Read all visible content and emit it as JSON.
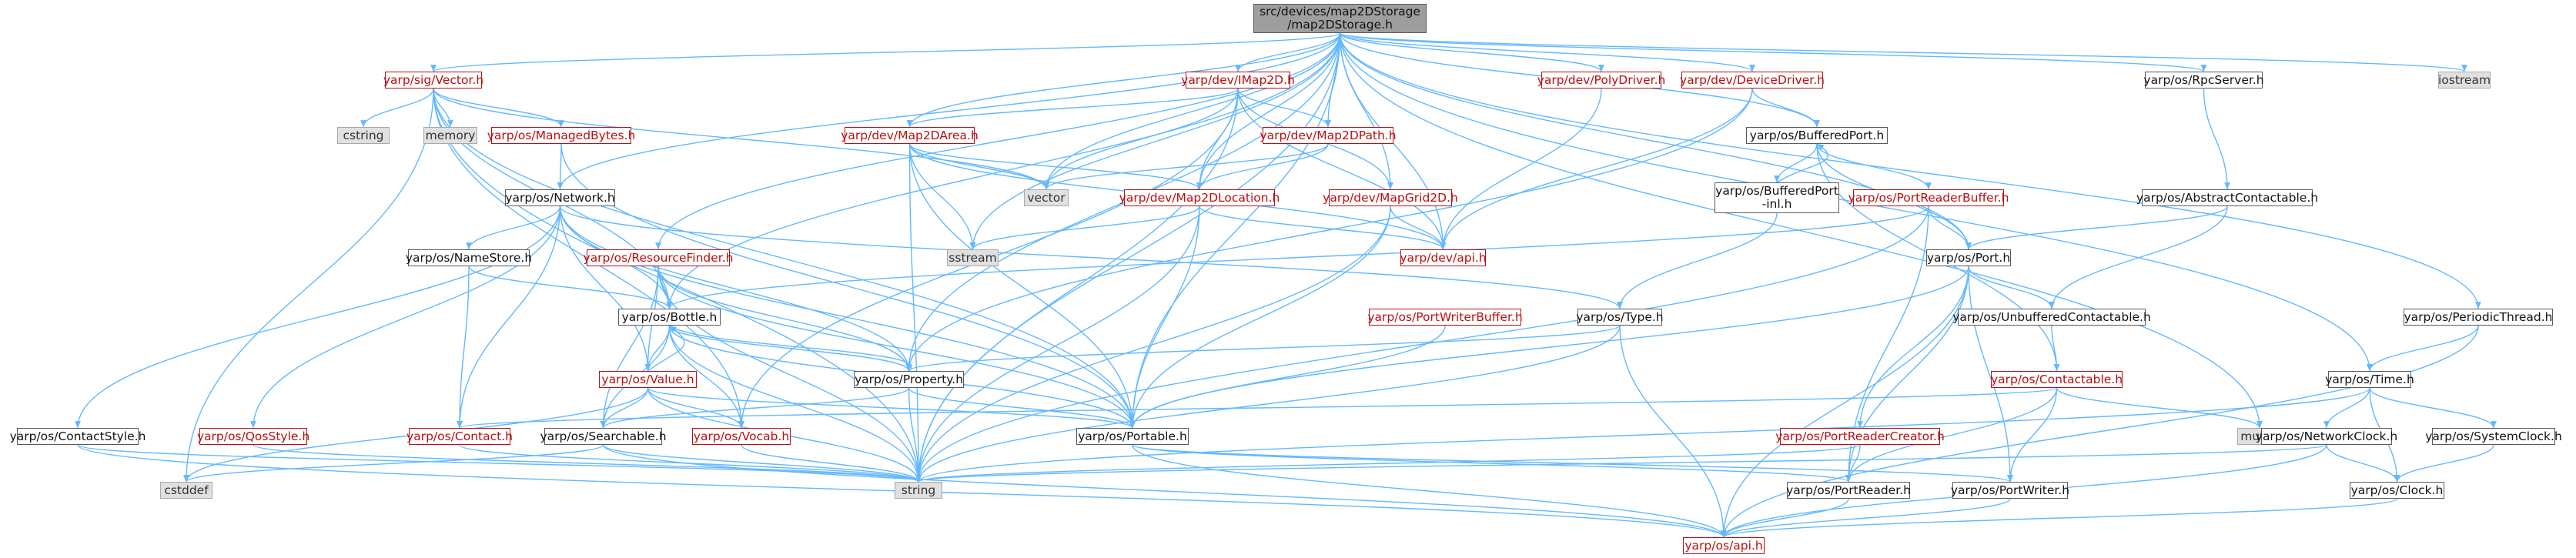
{
  "diagram": {
    "colors": {
      "edge": "#63b8ff",
      "root_fill": "#9e9e9e",
      "external_fill": "#e0e0e0",
      "incomplete_text": "#b80f0f",
      "normal_text": "#111111"
    },
    "nodes": {
      "root": {
        "line1": "src/devices/map2DStorage",
        "line2": "/map2DStorage.h",
        "kind": "root"
      },
      "sig_vector": {
        "line1": "yarp/sig/Vector.h",
        "kind": "red"
      },
      "dev_imap2d": {
        "line1": "yarp/dev/IMap2D.h",
        "kind": "red"
      },
      "dev_polydriver": {
        "line1": "yarp/dev/PolyDriver.h",
        "kind": "red"
      },
      "dev_devicedriver": {
        "line1": "yarp/dev/DeviceDriver.h",
        "kind": "red"
      },
      "os_rpcserver": {
        "line1": "yarp/os/RpcServer.h",
        "kind": "normal"
      },
      "iostream": {
        "line1": "iostream",
        "kind": "grey"
      },
      "cstring": {
        "line1": "cstring",
        "kind": "grey"
      },
      "memory": {
        "line1": "memory",
        "kind": "grey"
      },
      "os_managedbytes": {
        "line1": "yarp/os/ManagedBytes.h",
        "kind": "red"
      },
      "dev_map2darea": {
        "line1": "yarp/dev/Map2DArea.h",
        "kind": "red"
      },
      "dev_map2dpath": {
        "line1": "yarp/dev/Map2DPath.h",
        "kind": "red"
      },
      "os_bufferedport": {
        "line1": "yarp/os/BufferedPort.h",
        "kind": "normal"
      },
      "vector": {
        "line1": "vector",
        "kind": "grey"
      },
      "dev_map2dlocation": {
        "line1": "yarp/dev/Map2DLocation.h",
        "kind": "red"
      },
      "dev_mapgrid2d": {
        "line1": "yarp/dev/MapGrid2D.h",
        "kind": "red"
      },
      "os_network": {
        "line1": "yarp/os/Network.h",
        "kind": "normal"
      },
      "os_bufferedport_inl": {
        "line1": "yarp/os/BufferedPort",
        "line2": "-inl.h",
        "kind": "normal"
      },
      "os_portreaderbuffer": {
        "line1": "yarp/os/PortReaderBuffer.h",
        "kind": "red"
      },
      "os_abstractcontactable": {
        "line1": "yarp/os/AbstractContactable.h",
        "kind": "normal"
      },
      "sstream": {
        "line1": "sstream",
        "kind": "grey"
      },
      "dev_api": {
        "line1": "yarp/dev/api.h",
        "kind": "red"
      },
      "os_port": {
        "line1": "yarp/os/Port.h",
        "kind": "normal"
      },
      "os_namestore": {
        "line1": "yarp/os/NameStore.h",
        "kind": "normal"
      },
      "os_resourcefinder": {
        "line1": "yarp/os/ResourceFinder.h",
        "kind": "red"
      },
      "os_bottle": {
        "line1": "yarp/os/Bottle.h",
        "kind": "normal"
      },
      "os_portwriterbuffer": {
        "line1": "yarp/os/PortWriterBuffer.h",
        "kind": "red"
      },
      "os_type": {
        "line1": "yarp/os/Type.h",
        "kind": "normal"
      },
      "os_unbufferedcontactable": {
        "line1": "yarp/os/UnbufferedContactable.h",
        "kind": "normal"
      },
      "os_periodicthread": {
        "line1": "yarp/os/PeriodicThread.h",
        "kind": "normal"
      },
      "os_value": {
        "line1": "yarp/os/Value.h",
        "kind": "red"
      },
      "os_property": {
        "line1": "yarp/os/Property.h",
        "kind": "normal"
      },
      "os_contactable": {
        "line1": "yarp/os/Contactable.h",
        "kind": "red"
      },
      "os_time": {
        "line1": "yarp/os/Time.h",
        "kind": "normal"
      },
      "os_contactstyle": {
        "line1": "yarp/os/ContactStyle.h",
        "kind": "normal"
      },
      "os_qosstyle": {
        "line1": "yarp/os/QosStyle.h",
        "kind": "red"
      },
      "os_contact": {
        "line1": "yarp/os/Contact.h",
        "kind": "red"
      },
      "os_searchable": {
        "line1": "yarp/os/Searchable.h",
        "kind": "normal"
      },
      "os_vocab": {
        "line1": "yarp/os/Vocab.h",
        "kind": "red"
      },
      "os_portable": {
        "line1": "yarp/os/Portable.h",
        "kind": "normal"
      },
      "os_portreadercreator": {
        "line1": "yarp/os/PortReaderCreator.h",
        "kind": "red"
      },
      "mutex": {
        "line1": "mutex",
        "kind": "grey"
      },
      "os_networkclock": {
        "line1": "yarp/os/NetworkClock.h",
        "kind": "normal"
      },
      "os_systemclock": {
        "line1": "yarp/os/SystemClock.h",
        "kind": "normal"
      },
      "cstddef": {
        "line1": "cstddef",
        "kind": "grey"
      },
      "string": {
        "line1": "string",
        "kind": "grey"
      },
      "os_portreader": {
        "line1": "yarp/os/PortReader.h",
        "kind": "normal"
      },
      "os_portwriter": {
        "line1": "yarp/os/PortWriter.h",
        "kind": "normal"
      },
      "os_clock": {
        "line1": "yarp/os/Clock.h",
        "kind": "normal"
      },
      "os_api": {
        "line1": "yarp/os/api.h",
        "kind": "red"
      }
    },
    "edges": [
      [
        "root",
        "sig_vector"
      ],
      [
        "root",
        "dev_imap2d"
      ],
      [
        "root",
        "dev_polydriver"
      ],
      [
        "root",
        "dev_devicedriver"
      ],
      [
        "root",
        "os_rpcserver"
      ],
      [
        "root",
        "iostream"
      ],
      [
        "root",
        "dev_map2darea"
      ],
      [
        "root",
        "dev_map2dpath"
      ],
      [
        "root",
        "os_bufferedport"
      ],
      [
        "root",
        "vector"
      ],
      [
        "root",
        "dev_map2dlocation"
      ],
      [
        "root",
        "dev_mapgrid2d"
      ],
      [
        "root",
        "os_network"
      ],
      [
        "root",
        "sstream"
      ],
      [
        "root",
        "dev_api"
      ],
      [
        "root",
        "os_port"
      ],
      [
        "root",
        "os_resourcefinder"
      ],
      [
        "root",
        "os_bottle"
      ],
      [
        "root",
        "os_periodicthread"
      ],
      [
        "root",
        "os_property"
      ],
      [
        "root",
        "os_time"
      ],
      [
        "root",
        "mutex"
      ],
      [
        "root",
        "string"
      ],
      [
        "root",
        "os_portable"
      ],
      [
        "sig_vector",
        "cstring"
      ],
      [
        "sig_vector",
        "memory"
      ],
      [
        "sig_vector",
        "os_managedbytes"
      ],
      [
        "sig_vector",
        "vector"
      ],
      [
        "sig_vector",
        "cstddef"
      ],
      [
        "sig_vector",
        "string"
      ],
      [
        "sig_vector",
        "os_portable"
      ],
      [
        "sig_vector",
        "os_bottle"
      ],
      [
        "sig_vector",
        "os_vocab"
      ],
      [
        "os_managedbytes",
        "os_network"
      ],
      [
        "os_managedbytes",
        "os_portable"
      ],
      [
        "dev_imap2d",
        "dev_map2darea"
      ],
      [
        "dev_imap2d",
        "dev_map2dpath"
      ],
      [
        "dev_imap2d",
        "dev_map2dlocation"
      ],
      [
        "dev_imap2d",
        "dev_mapgrid2d"
      ],
      [
        "dev_imap2d",
        "vector"
      ],
      [
        "dev_imap2d",
        "dev_api"
      ],
      [
        "dev_imap2d",
        "string"
      ],
      [
        "dev_imap2d",
        "os_vocab"
      ],
      [
        "dev_map2darea",
        "dev_map2dlocation"
      ],
      [
        "dev_map2darea",
        "vector"
      ],
      [
        "dev_map2darea",
        "sstream"
      ],
      [
        "dev_map2darea",
        "string"
      ],
      [
        "dev_map2darea",
        "dev_api"
      ],
      [
        "dev_map2darea",
        "os_portable"
      ],
      [
        "dev_map2dpath",
        "dev_map2dlocation"
      ],
      [
        "dev_map2dpath",
        "vector"
      ],
      [
        "dev_map2dlocation",
        "dev_api"
      ],
      [
        "dev_map2dlocation",
        "sstream"
      ],
      [
        "dev_map2dlocation",
        "string"
      ],
      [
        "dev_map2dlocation",
        "os_portable"
      ],
      [
        "dev_mapgrid2d",
        "dev_api"
      ],
      [
        "dev_mapgrid2d",
        "os_portable"
      ],
      [
        "dev_mapgrid2d",
        "string"
      ],
      [
        "dev_polydriver",
        "dev_api"
      ],
      [
        "dev_devicedriver",
        "dev_api"
      ],
      [
        "dev_devicedriver",
        "os_bufferedport"
      ],
      [
        "dev_devicedriver",
        "os_property"
      ],
      [
        "os_bufferedport",
        "os_bufferedport_inl"
      ],
      [
        "os_bufferedport",
        "os_portreaderbuffer"
      ],
      [
        "os_bufferedport",
        "os_port"
      ],
      [
        "os_bufferedport",
        "os_contactable"
      ],
      [
        "os_bufferedport_inl",
        "os_bufferedport"
      ],
      [
        "os_bufferedport_inl",
        "os_type"
      ],
      [
        "os_portreaderbuffer",
        "os_port"
      ],
      [
        "os_portreaderbuffer",
        "os_portreader"
      ],
      [
        "os_portreaderbuffer",
        "os_bottle"
      ],
      [
        "os_portreaderbuffer",
        "string"
      ],
      [
        "os_rpcserver",
        "os_abstractcontactable"
      ],
      [
        "os_abstractcontactable",
        "os_port"
      ],
      [
        "os_abstractcontactable",
        "os_unbufferedcontactable"
      ],
      [
        "os_port",
        "os_unbufferedcontactable"
      ],
      [
        "os_port",
        "os_portreadercreator"
      ],
      [
        "os_port",
        "os_portreader"
      ],
      [
        "os_port",
        "os_portwriter"
      ],
      [
        "os_port",
        "os_portable"
      ],
      [
        "os_port",
        "os_api"
      ],
      [
        "os_unbufferedcontactable",
        "os_contactable"
      ],
      [
        "os_contactable",
        "mutex"
      ],
      [
        "os_contactable",
        "os_portreader"
      ],
      [
        "os_contactable",
        "os_portwriter"
      ],
      [
        "os_contactable",
        "os_contact"
      ],
      [
        "os_network",
        "os_namestore"
      ],
      [
        "os_network",
        "os_contactstyle"
      ],
      [
        "os_network",
        "os_qosstyle"
      ],
      [
        "os_network",
        "os_value"
      ],
      [
        "os_network",
        "os_contact"
      ],
      [
        "os_network",
        "os_property"
      ],
      [
        "os_network",
        "os_portable"
      ],
      [
        "os_network",
        "os_type"
      ],
      [
        "os_network",
        "os_bottle"
      ],
      [
        "os_namestore",
        "os_contact"
      ],
      [
        "os_namestore",
        "os_bottle"
      ],
      [
        "os_resourcefinder",
        "os_bottle"
      ],
      [
        "os_resourcefinder",
        "os_property"
      ],
      [
        "os_resourcefinder",
        "os_value"
      ],
      [
        "os_resourcefinder",
        "os_searchable"
      ],
      [
        "os_resourcefinder",
        "string"
      ],
      [
        "os_resourcefinder",
        "os_portable"
      ],
      [
        "os_bottle",
        "os_value"
      ],
      [
        "os_bottle",
        "os_property"
      ],
      [
        "os_bottle",
        "os_searchable"
      ],
      [
        "os_bottle",
        "os_portable"
      ],
      [
        "os_bottle",
        "os_vocab"
      ],
      [
        "os_bottle",
        "string"
      ],
      [
        "os_value",
        "os_bottle"
      ],
      [
        "os_value",
        "os_vocab"
      ],
      [
        "os_value",
        "os_searchable"
      ],
      [
        "os_value",
        "os_portable"
      ],
      [
        "os_value",
        "string"
      ],
      [
        "os_value",
        "cstddef"
      ],
      [
        "os_property",
        "os_bottle"
      ],
      [
        "os_property",
        "os_portable"
      ],
      [
        "os_property",
        "os_searchable"
      ],
      [
        "os_property",
        "string"
      ],
      [
        "os_portwriterbuffer",
        "os_portable"
      ],
      [
        "os_type",
        "os_property"
      ],
      [
        "os_type",
        "os_api"
      ],
      [
        "os_type",
        "string"
      ],
      [
        "os_periodicthread",
        "os_time"
      ],
      [
        "os_periodicthread",
        "os_api"
      ],
      [
        "os_time",
        "os_networkclock"
      ],
      [
        "os_time",
        "os_systemclock"
      ],
      [
        "os_time",
        "os_clock"
      ],
      [
        "os_time",
        "string"
      ],
      [
        "os_networkclock",
        "os_clock"
      ],
      [
        "os_networkclock",
        "string"
      ],
      [
        "os_networkclock",
        "os_api"
      ],
      [
        "os_systemclock",
        "os_clock"
      ],
      [
        "os_clock",
        "os_api"
      ],
      [
        "os_contactstyle",
        "string"
      ],
      [
        "os_contactstyle",
        "os_api"
      ],
      [
        "os_qosstyle",
        "string"
      ],
      [
        "os_contact",
        "string"
      ],
      [
        "os_searchable",
        "string"
      ],
      [
        "os_searchable",
        "cstddef"
      ],
      [
        "os_searchable",
        "os_api"
      ],
      [
        "os_vocab",
        "string"
      ],
      [
        "os_portable",
        "os_portreader"
      ],
      [
        "os_portable",
        "os_portwriter"
      ],
      [
        "os_portable",
        "os_api"
      ],
      [
        "os_portreadercreator",
        "os_portreader"
      ],
      [
        "os_portreadercreator",
        "string"
      ],
      [
        "os_portreader",
        "os_api"
      ],
      [
        "os_portwriter",
        "os_api"
      ]
    ]
  }
}
